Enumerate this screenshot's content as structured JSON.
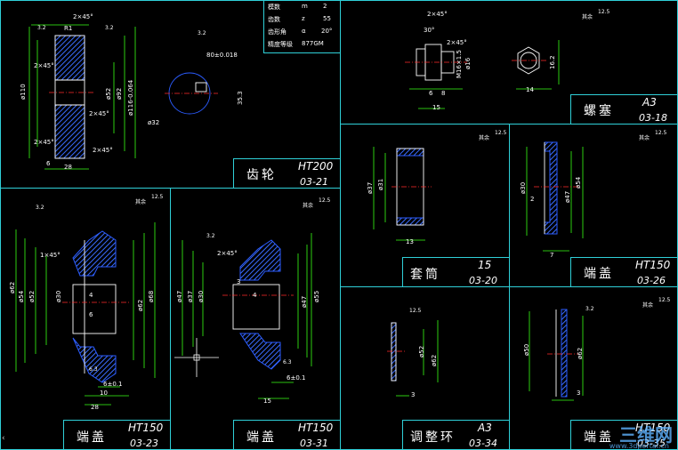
{
  "panels": {
    "gear": {
      "title": "齿轮",
      "material": "HT200",
      "code": "03-21"
    },
    "plug": {
      "title": "螺塞",
      "material": "A3",
      "code": "03-18"
    },
    "sleeve": {
      "title": "套筒",
      "material": "15",
      "code": "03-20"
    },
    "cover26": {
      "title": "端盖",
      "material": "HT150",
      "code": "03-26"
    },
    "cover23": {
      "title": "端盖",
      "material": "HT150",
      "code": "03-23"
    },
    "cover31": {
      "title": "端盖",
      "material": "HT150",
      "code": "03-31"
    },
    "ring": {
      "title": "调整环",
      "material": "A3",
      "code": "03-34"
    },
    "cover35": {
      "title": "端盖",
      "material": "HT150",
      "code": "03-35"
    }
  },
  "gear_params": {
    "rows": [
      {
        "name": "模数",
        "sym": "m",
        "val": "2"
      },
      {
        "name": "齿数",
        "sym": "z",
        "val": "55"
      },
      {
        "name": "齿形角",
        "sym": "α",
        "val": "20°"
      },
      {
        "name": "精度等级",
        "sym": "",
        "val": "877GM"
      }
    ]
  },
  "dims": {
    "g1": "2×45°",
    "g2": "2×45°",
    "g3": "2×45°",
    "g4": "2×45°",
    "g5": "2×45°",
    "g6": "ø110",
    "g7": "ø52",
    "g8": "ø92",
    "g9": "ø116-0.064",
    "g10": "28",
    "g11": "6",
    "g12": "R1",
    "g13": "80±0.018",
    "g14": "ø32",
    "g15": "35.3",
    "p1": "2×45°",
    "p2": "30°",
    "p3": "2×45°",
    "p4": "M16×1.5",
    "p5": "ø16",
    "p6": "6",
    "p7": "8",
    "p8": "15",
    "p9": "14",
    "p10": "16.2",
    "s1": "ø37",
    "s2": "ø31",
    "s3": "13",
    "c26a": "ø30",
    "c26b": "ø54",
    "c26c": "ø47",
    "c26d": "2",
    "c26e": "7",
    "c23a": "ø62",
    "c23b": "ø54",
    "c23c": "ø52",
    "c23d": "ø30",
    "c23e": "ø62",
    "c23f": "ø68",
    "c23g": "1×45°",
    "c23h": "10",
    "c23i": "6±0.1",
    "c23j": "28",
    "c23k": "4",
    "c23l": "6",
    "c31a": "ø47",
    "c31b": "ø37",
    "c31c": "ø30",
    "c31d": "ø47",
    "c31e": "ø55",
    "c31f": "2×45°",
    "c31g": "6±0.1",
    "c31h": "15",
    "c31i": "3",
    "c31j": "4",
    "r1": "ø62",
    "r2": "ø52",
    "r3": "3",
    "c35a": "ø50",
    "c35b": "ø62",
    "c35c": "3"
  },
  "roughness": {
    "r32": "3.2",
    "r125": "12.5",
    "r63": "6.3",
    "rest": "其余"
  },
  "watermark": {
    "brand": "三维网",
    "url": "www.3dportal.cn"
  },
  "caret": "‹"
}
